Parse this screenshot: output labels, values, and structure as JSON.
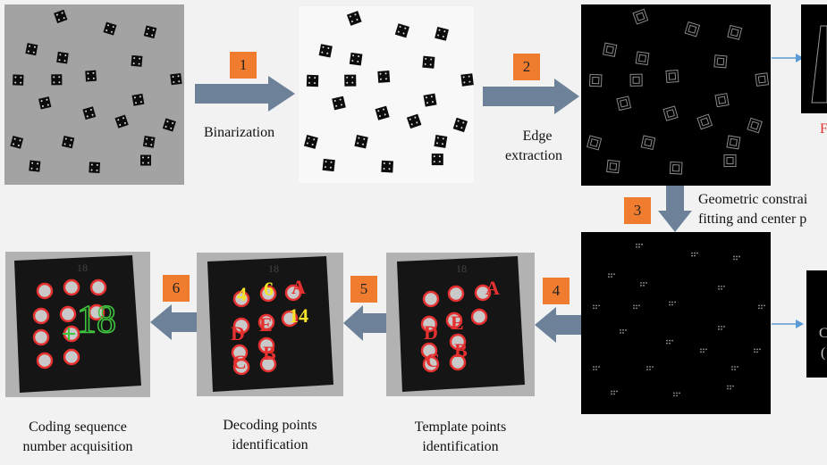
{
  "steps": [
    "1",
    "2",
    "3",
    "4",
    "5",
    "6"
  ],
  "labels": {
    "binarization": "Binarization",
    "edge_1": "Edge",
    "edge_2": "extraction",
    "geo_1": "Geometric constrai",
    "geo_2": "fitting and center p",
    "cut_red": "F",
    "cut_c1": "C",
    "cut_c2": "("
  },
  "captions": {
    "coding_1": "Coding sequence",
    "coding_2": "number acquisition",
    "decoding_1": "Decoding points",
    "decoding_2": "identification",
    "template_1": "Template points",
    "template_2": "identification"
  },
  "marker_labels": {
    "top_number": "18",
    "code": "18",
    "A": "A",
    "B": "B",
    "C": "C",
    "D": "D",
    "E": "E",
    "n4": "4",
    "n6": "6",
    "n14": "14"
  },
  "colors": {
    "step_box": "#f07d2f",
    "arrow": "#6d8299",
    "red": "#e53030",
    "yellow": "#f5e32a",
    "green": "#3ec43e",
    "blue_line": "#5b9bd5"
  }
}
